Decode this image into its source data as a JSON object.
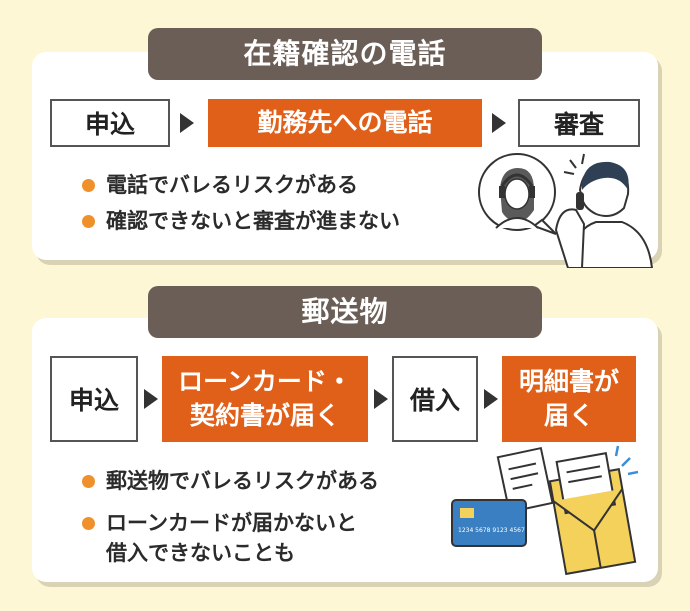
{
  "colors": {
    "accent": "#e0601a",
    "title_bg": "#6b5e57",
    "bullet": "#f0902a",
    "background": "#fdf7d6"
  },
  "section1": {
    "title": "在籍確認の電話",
    "flow": [
      "申込",
      "勤務先への電話",
      "審査"
    ],
    "bullets": [
      "電話でバレるリスクがある",
      "確認できないと審査が進まない"
    ]
  },
  "section2": {
    "title": "郵送物",
    "flow": {
      "apply": "申込",
      "card_line1": "ローンカード・",
      "card_line2": "契約書が届く",
      "borrow": "借入",
      "statement_line1": "明細書が",
      "statement_line2": "届く"
    },
    "bullets": [
      "郵送物でバレるリスクがある"
    ],
    "bullet2_line1": "ローンカードが届かないと",
    "bullet2_line2": "借入できないことも"
  },
  "card_number": "1234 5678 9123 4567"
}
